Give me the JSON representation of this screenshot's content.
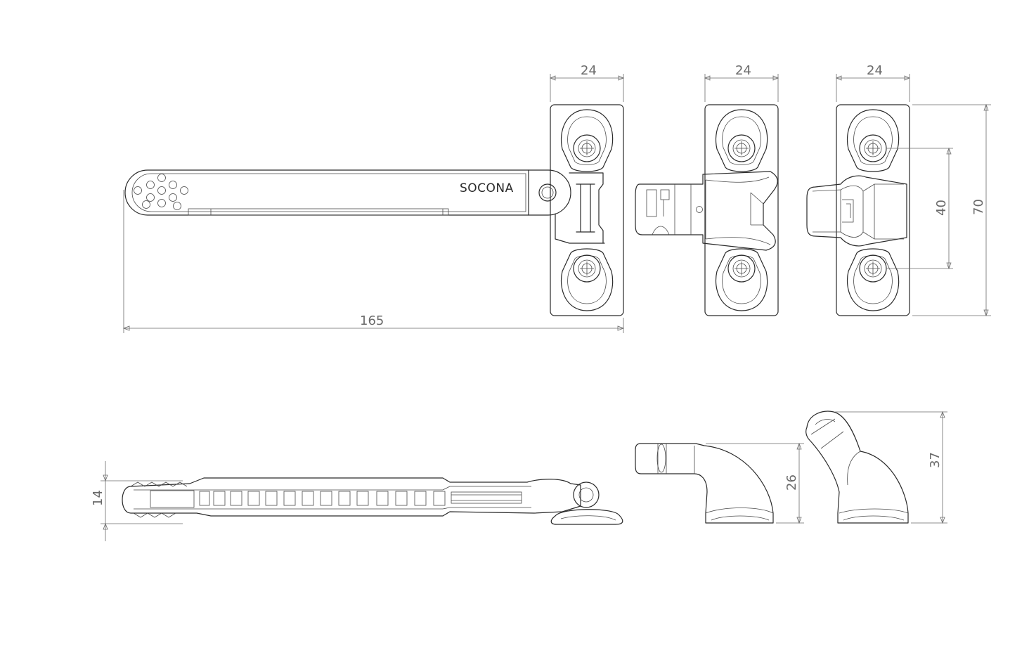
{
  "brand": "SOCONA",
  "dimensions": {
    "top_view_width": "24",
    "keep_width": "24",
    "mount_width": "24",
    "overall_length": "165",
    "hole_spacing": "40",
    "plate_height": "70",
    "stay_thickness": "14",
    "keep_height": "26",
    "mount_height": "37"
  }
}
